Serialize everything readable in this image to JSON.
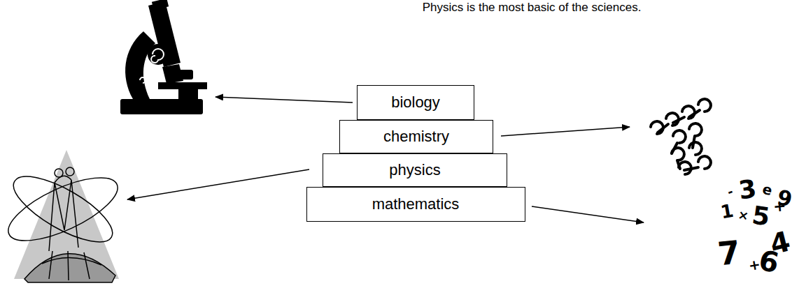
{
  "diagram": {
    "title": "Physics is the most basic of the sciences.",
    "nodes": [
      {
        "text": [
          "biology"
        ]
      },
      {
        "text": [
          "chemistry"
        ]
      },
      {
        "text": [
          "physics"
        ]
      },
      {
        "text": [
          "mathematics"
        ]
      }
    ],
    "labels": [
      "-",
      "3",
      "e",
      "1",
      "×",
      "5",
      "+",
      "9",
      "7",
      "+",
      "6",
      "4"
    ]
  }
}
